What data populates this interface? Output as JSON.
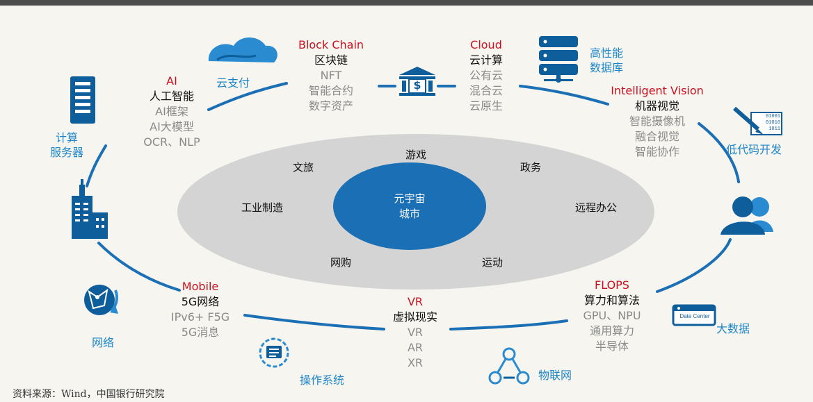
{
  "center": {
    "core": [
      "元宇宙",
      "城市"
    ]
  },
  "scenes": [
    "游戏",
    "文旅",
    "政务",
    "工业制造",
    "远程办公",
    "网购",
    "运动"
  ],
  "nodes": {
    "ai": {
      "en": "AI",
      "cn": "人工智能",
      "items": [
        "AI框架",
        "AI大模型",
        "OCR、NLP"
      ]
    },
    "block": {
      "en": "Block Chain",
      "cn": "区块链",
      "items": [
        "NFT",
        "智能合约",
        "数字资产"
      ]
    },
    "cloud": {
      "en": "Cloud",
      "cn": "云计算",
      "items": [
        "公有云",
        "混合云",
        "云原生"
      ]
    },
    "vision": {
      "en": "Intelligent Vision",
      "cn": "机器视觉",
      "items": [
        "智能摄像机",
        "融合视觉",
        "智能协作"
      ]
    },
    "mobile": {
      "en": "Mobile",
      "cn": "5G网络",
      "items": [
        "IPv6+ F5G",
        "5G消息"
      ]
    },
    "vr": {
      "en": "VR",
      "cn": "虚拟现实",
      "items": [
        "VR",
        "AR",
        "XR"
      ]
    },
    "flops": {
      "en": "FLOPS",
      "cn": "算力和算法",
      "items": [
        "GPU、NPU",
        "通用算力",
        "半导体"
      ]
    }
  },
  "icon_labels": {
    "cloud_pay": "云支付",
    "server": [
      "计算",
      "服务器"
    ],
    "database": [
      "高性能",
      "数据库"
    ],
    "lowcode": "低代码开发",
    "bigdata": "大数据",
    "iot": "物联网",
    "os": "操作系统",
    "network": "网络"
  },
  "datacenter_text": "Date Center",
  "bank_text": "$",
  "lowcode_bits": [
    "01001",
    "01010",
    "1011"
  ],
  "source": "资料来源：Wind，中国银行研究院",
  "colors": {
    "accent_red": "#c8101e",
    "blue": "#1d86c8",
    "dark_blue": "#0f5e9c",
    "ellipse": "#d4d4d4",
    "core": "#1b6fb5",
    "ring": "#1b6fb5",
    "gray_text": "#8a8a8a"
  }
}
